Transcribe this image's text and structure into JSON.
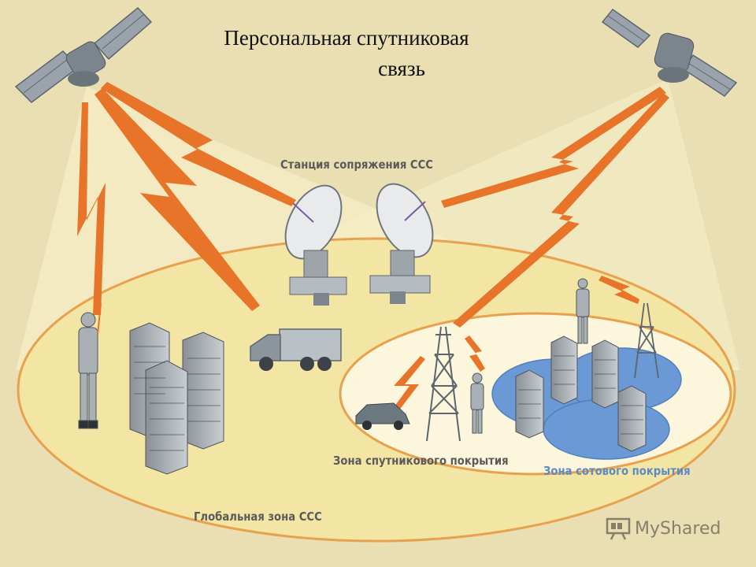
{
  "slide": {
    "title_line1": "Персональная спутниковая",
    "title_line2": "связь"
  },
  "labels": {
    "station": "Станция сопряжения ССС",
    "satellite_zone": "Зона спутникового покрытия",
    "cellular_zone": "Зона сотового покрытия",
    "global_zone": "Глобальная зона ССС"
  },
  "watermark": {
    "text": "MyShared",
    "icon": "presentation-board-icon"
  },
  "colors": {
    "background": "#e9dfb3",
    "beam": "#f7efc4",
    "zone_outline": "#e8a14c",
    "lightning": "#e8742a",
    "cell_zone": "#5b8fd6",
    "label_blue": "#5c8bc4"
  }
}
